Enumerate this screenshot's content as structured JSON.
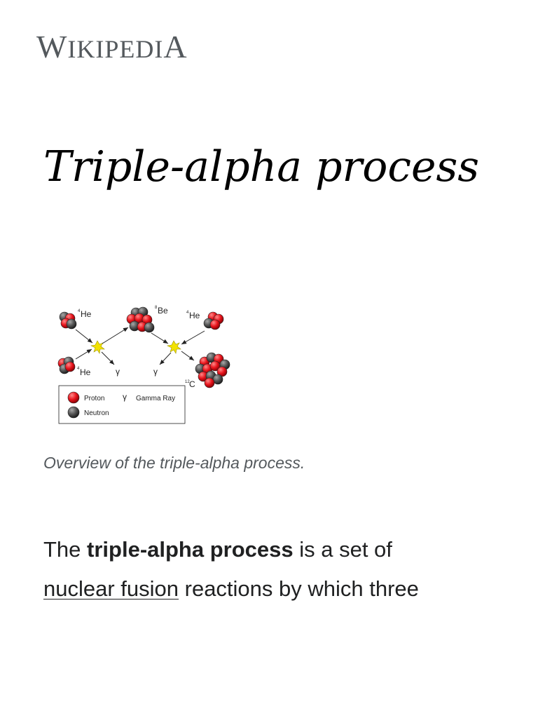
{
  "header": {
    "wordmark_first": "W",
    "wordmark_mid": "IKIPEDI",
    "wordmark_last": "A"
  },
  "article": {
    "title": "Triple-alpha process"
  },
  "figure": {
    "caption": "Overview of the triple-alpha process.",
    "labels": {
      "he4_top_left": "He",
      "he4_bottom_left": "He",
      "he4_top_right": "He",
      "be8": "Be",
      "c12": "C",
      "mass_4_a": "4",
      "mass_4_b": "4",
      "mass_4_c": "4",
      "mass_8": "8",
      "mass_12": "12",
      "gamma_1": "γ",
      "gamma_2": "γ"
    },
    "legend": {
      "proton": "Proton",
      "neutron": "Neutron",
      "gamma_symbol": "γ",
      "gamma_ray": "Gamma Ray"
    },
    "colors": {
      "proton": "#e8141c",
      "neutron": "#555555",
      "burst": "#f2e200"
    }
  },
  "lead": {
    "text_1": "The ",
    "bold_term": "triple-alpha process",
    "text_2": " is a set of",
    "link_text": "nuclear fusion",
    "text_3": " reactions by which three"
  }
}
